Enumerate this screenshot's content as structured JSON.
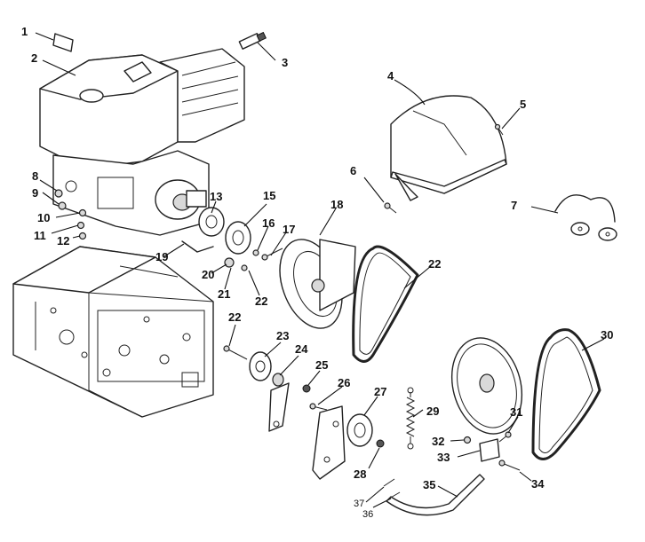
{
  "callouts": [
    "1",
    "2",
    "3",
    "4",
    "5",
    "6",
    "7",
    "8",
    "9",
    "10",
    "11",
    "12",
    "13",
    "15",
    "16",
    "17",
    "18",
    "19",
    "20",
    "21",
    "22",
    "22",
    "22",
    "23",
    "24",
    "25",
    "26",
    "27",
    "28",
    "29",
    "30",
    "31",
    "32",
    "33",
    "34",
    "35",
    "36",
    "37"
  ]
}
